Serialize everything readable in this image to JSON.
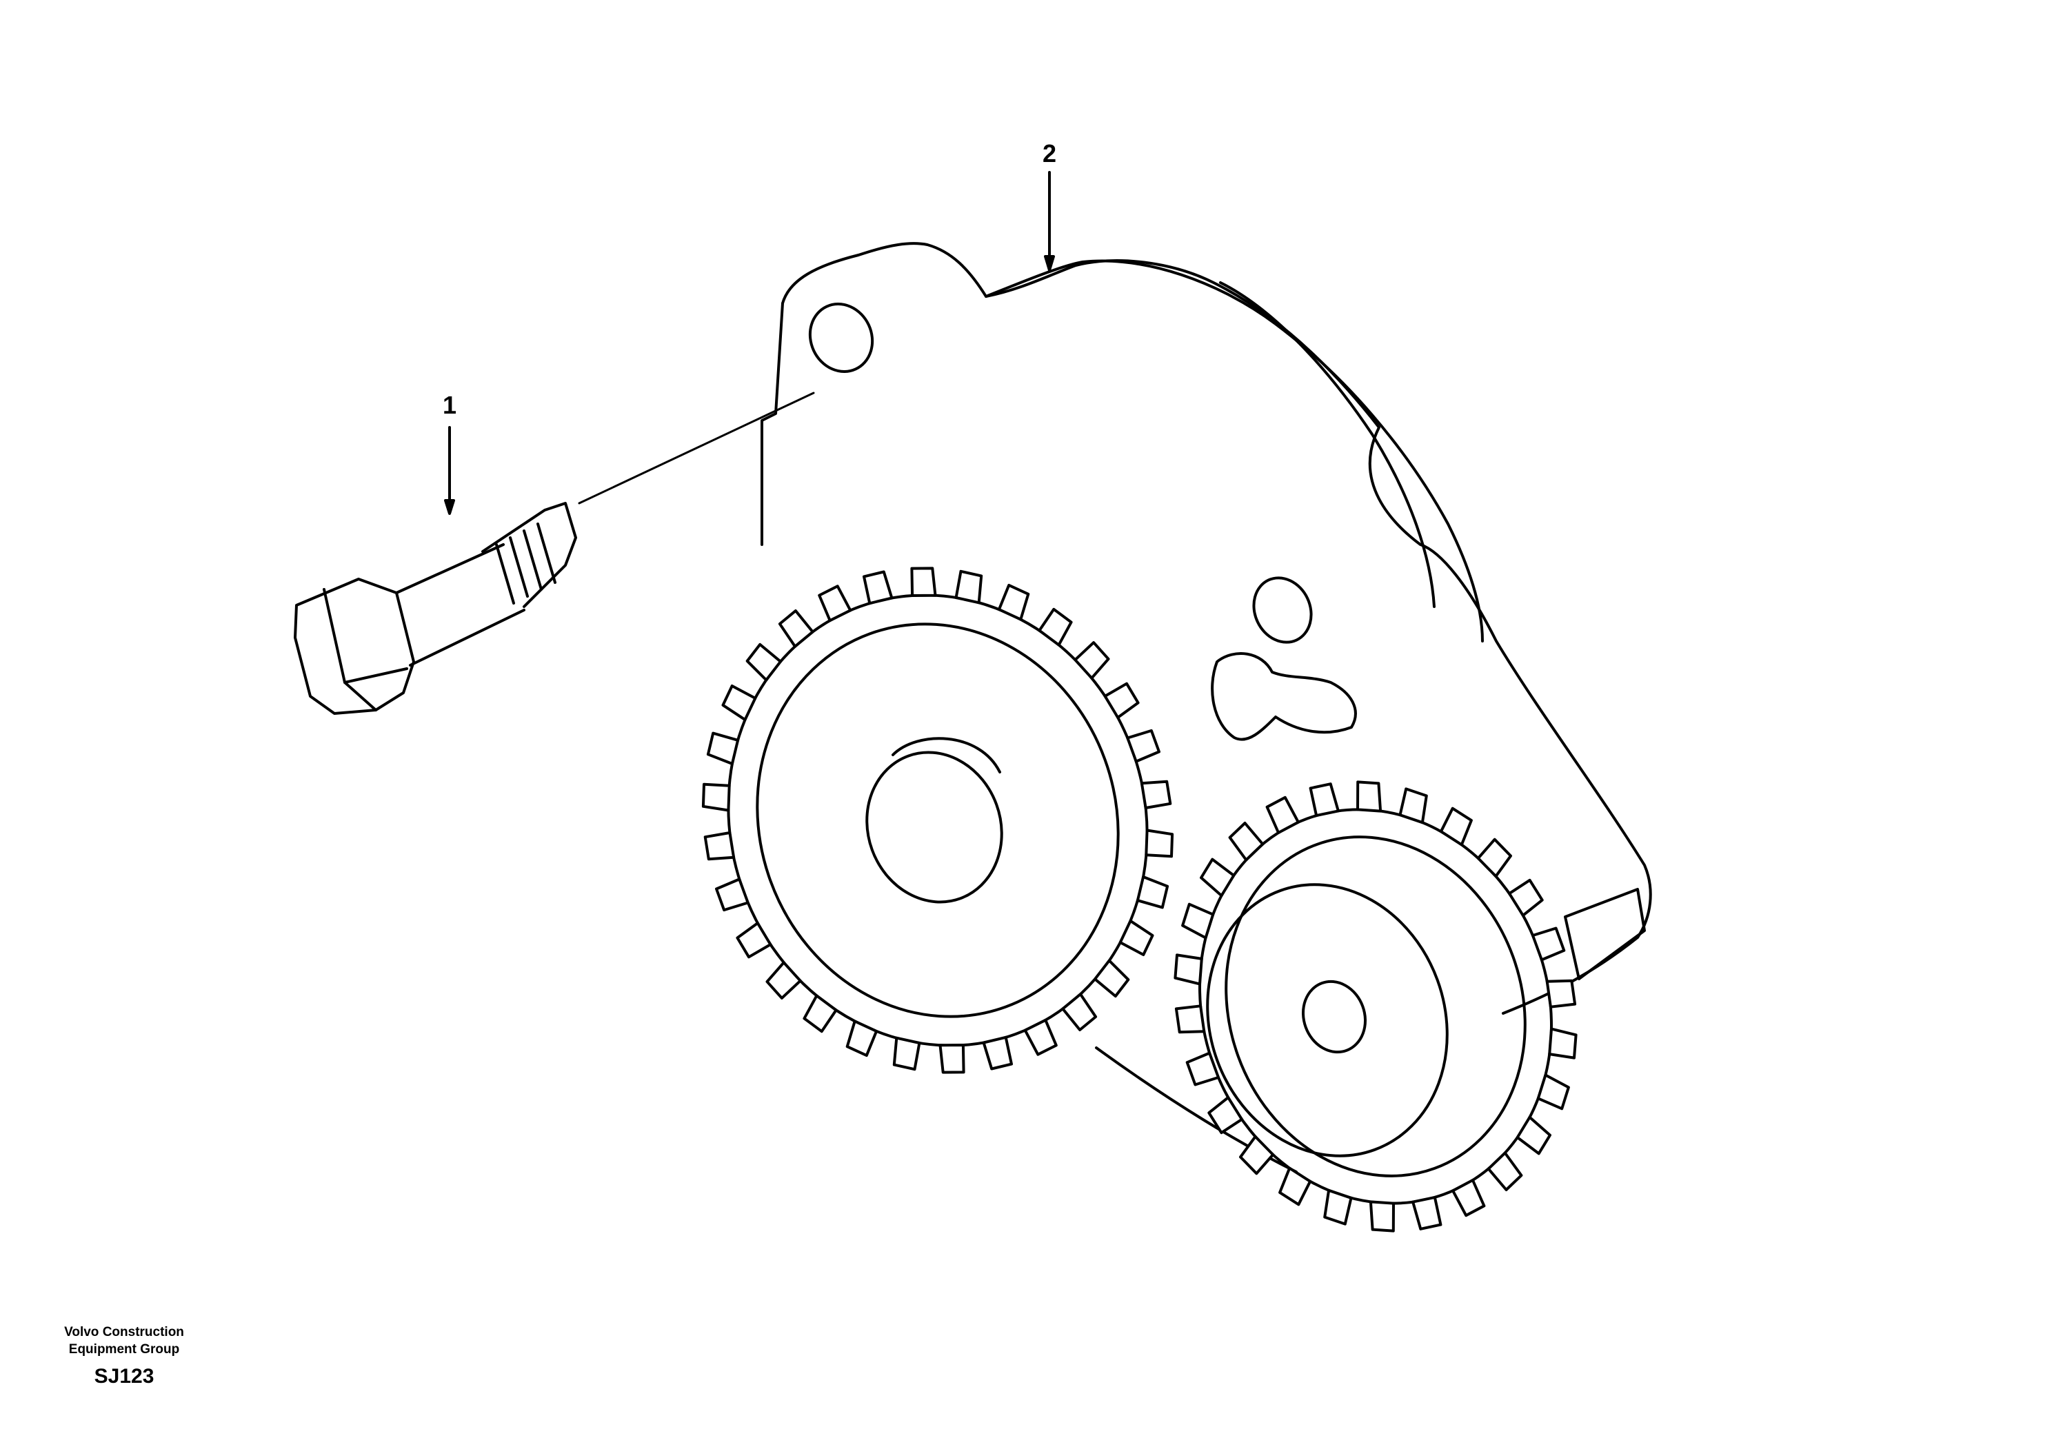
{
  "callouts": {
    "bolt": "1",
    "pump": "2"
  },
  "footer": {
    "company_line1": "Volvo Construction",
    "company_line2": "Equipment Group",
    "figure_code": "SJ123"
  },
  "colors": {
    "line": "#000000",
    "background": "#ffffff"
  }
}
